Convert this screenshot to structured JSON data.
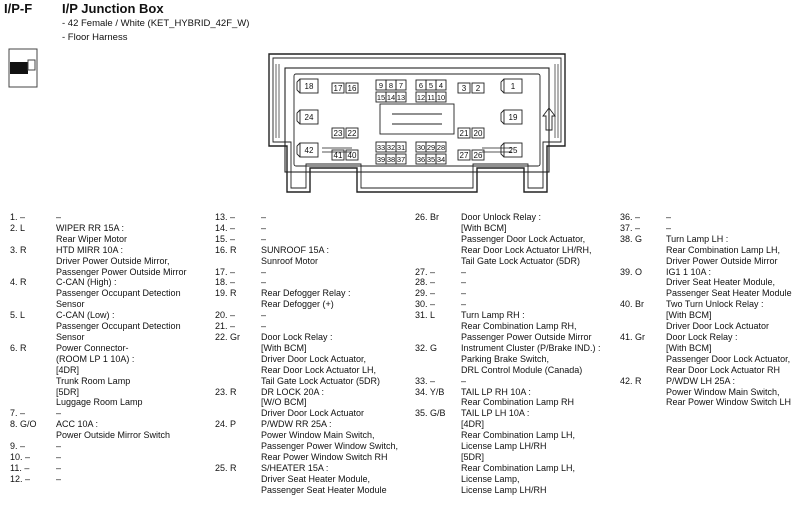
{
  "header": {
    "code": "I/P-F",
    "title": "I/P Junction Box",
    "subtitle1": "- 42 Female / White (KET_HYBRID_42F_W)",
    "subtitle2": "- Floor Harness"
  },
  "connector_labels": [
    "18",
    "17",
    "16",
    "9",
    "8",
    "7",
    "6",
    "5",
    "4",
    "3",
    "2",
    "1",
    "15",
    "14",
    "13",
    "12",
    "11",
    "10",
    "24",
    "19",
    "23",
    "22",
    "21",
    "20",
    "42",
    "41",
    "40",
    "33",
    "32",
    "31",
    "30",
    "29",
    "28",
    "39",
    "38",
    "37",
    "36",
    "35",
    "34",
    "27",
    "26",
    "25"
  ],
  "columns": [
    [
      {
        "num": "1.",
        "wire": "–",
        "desc": [
          "–"
        ]
      },
      {
        "num": "2. L",
        "wire": "",
        "desc": [
          "WIPER RR 15A :",
          "Rear Wiper Motor"
        ]
      },
      {
        "num": "3. R",
        "wire": "",
        "desc": [
          "HTD MIRR 10A :",
          "Driver Power Outside Mirror,",
          "Passenger Power Outside Mirror"
        ]
      },
      {
        "num": "4. R",
        "wire": "",
        "desc": [
          "C-CAN (High) :",
          "Passenger Occupant Detection",
          "Sensor"
        ]
      },
      {
        "num": "5. L",
        "wire": "",
        "desc": [
          "C-CAN (Low) :",
          "Passenger Occupant Detection",
          "Sensor"
        ]
      },
      {
        "num": "6. R",
        "wire": "",
        "desc": [
          "Power Connector-",
          "(ROOM LP 1 10A) :",
          "[4DR]",
          "Trunk Room Lamp",
          "[5DR]",
          "Luggage Room Lamp"
        ]
      },
      {
        "num": "7.",
        "wire": "–",
        "desc": [
          "–"
        ]
      },
      {
        "num": "8. G/O",
        "wire": "",
        "desc": [
          "ACC 10A :",
          "Power Outside Mirror Switch"
        ]
      },
      {
        "num": "9.",
        "wire": "–",
        "desc": [
          "–"
        ]
      },
      {
        "num": "10.",
        "wire": "–",
        "desc": [
          "–"
        ]
      },
      {
        "num": "11.",
        "wire": "–",
        "desc": [
          "–"
        ]
      },
      {
        "num": "12.",
        "wire": "–",
        "desc": [
          "–"
        ]
      }
    ],
    [
      {
        "num": "13.",
        "wire": "–",
        "desc": [
          "–"
        ]
      },
      {
        "num": "14.",
        "wire": "–",
        "desc": [
          "–"
        ]
      },
      {
        "num": "15.",
        "wire": "–",
        "desc": [
          "–"
        ]
      },
      {
        "num": "16. R",
        "wire": "",
        "desc": [
          "SUNROOF 15A :",
          "Sunroof Motor"
        ]
      },
      {
        "num": "17.",
        "wire": "–",
        "desc": [
          "–"
        ]
      },
      {
        "num": "18.",
        "wire": "–",
        "desc": [
          "–"
        ]
      },
      {
        "num": "19. R",
        "wire": "",
        "desc": [
          "Rear Defogger Relay :",
          "Rear Defogger (+)"
        ]
      },
      {
        "num": "20.",
        "wire": "–",
        "desc": [
          "–"
        ]
      },
      {
        "num": "21.",
        "wire": "–",
        "desc": [
          "–"
        ]
      },
      {
        "num": "22. Gr",
        "wire": "",
        "desc": [
          "Door Lock Relay :",
          "[With BCM]",
          "Driver Door Lock Actuator,",
          "Rear Door Lock Actuator LH,",
          "Tail Gate Lock Actuator (5DR)"
        ]
      },
      {
        "num": "23. R",
        "wire": "",
        "desc": [
          "DR LOCK 20A :",
          "[W/O BCM]",
          "Driver Door Lock Actuator"
        ]
      },
      {
        "num": "24. P",
        "wire": "",
        "desc": [
          "P/WDW RR 25A :",
          "Power Window Main Switch,",
          "Passenger Power Window Switch,",
          "Rear Power Window Switch RH"
        ]
      },
      {
        "num": "25. R",
        "wire": "",
        "desc": [
          "S/HEATER 15A :",
          "Driver Seat Heater Module,",
          "Passenger Seat Heater Module"
        ]
      }
    ],
    [
      {
        "num": "26. Br",
        "wire": "",
        "desc": [
          "Door Unlock Relay :",
          "[With BCM]",
          "Passenger Door Lock Actuator,",
          "Rear Door Lock Actuator LH/RH,",
          "Tail Gate Lock Actuator (5DR)"
        ]
      },
      {
        "num": "27.",
        "wire": "–",
        "desc": [
          "–"
        ]
      },
      {
        "num": "28.",
        "wire": "–",
        "desc": [
          "–"
        ]
      },
      {
        "num": "29.",
        "wire": "–",
        "desc": [
          "–"
        ]
      },
      {
        "num": "30.",
        "wire": "–",
        "desc": [
          "–"
        ]
      },
      {
        "num": "31. L",
        "wire": "",
        "desc": [
          "Turn Lamp RH :",
          "Rear Combination Lamp RH,",
          "Passenger Power Outside Mirror"
        ]
      },
      {
        "num": "32. G",
        "wire": "",
        "desc": [
          "Instrument Cluster (P/Brake IND.) :",
          "Parking Brake Switch,",
          "DRL Control Module (Canada)"
        ]
      },
      {
        "num": "33.",
        "wire": "–",
        "desc": [
          "–"
        ]
      },
      {
        "num": "34. Y/B",
        "wire": "",
        "desc": [
          "TAIL LP RH 10A :",
          "Rear Combination Lamp RH"
        ]
      },
      {
        "num": "35. G/B",
        "wire": "",
        "desc": [
          "TAIL LP LH 10A :",
          "[4DR]",
          "Rear Combination Lamp LH,",
          "License Lamp LH/RH",
          "[5DR]",
          "Rear Combination Lamp LH,",
          "License Lamp,",
          "License Lamp LH/RH"
        ]
      }
    ],
    [
      {
        "num": "36.",
        "wire": "–",
        "desc": [
          "–"
        ]
      },
      {
        "num": "37.",
        "wire": "–",
        "desc": [
          "–"
        ]
      },
      {
        "num": "38. G",
        "wire": "",
        "desc": [
          "Turn Lamp LH :",
          "Rear Combination Lamp LH,",
          "Driver Power Outside Mirror"
        ]
      },
      {
        "num": "39. O",
        "wire": "",
        "desc": [
          "IG1 1 10A :",
          "Driver Seat Heater Module,",
          "Passenger Seat Heater Module"
        ]
      },
      {
        "num": "40. Br",
        "wire": "",
        "desc": [
          "Two Turn Unlock Relay :",
          "[With BCM]",
          "Driver Door Lock Actuator"
        ]
      },
      {
        "num": "41. Gr",
        "wire": "",
        "desc": [
          "Door Lock Relay :",
          "[With BCM]",
          "Passenger Door Lock Actuator,",
          "Rear Door Lock Actuator RH"
        ]
      },
      {
        "num": "42. R",
        "wire": "",
        "desc": [
          "P/WDW LH 25A :",
          "Power Window Main Switch,",
          "Rear Power Window Switch LH"
        ]
      }
    ]
  ]
}
